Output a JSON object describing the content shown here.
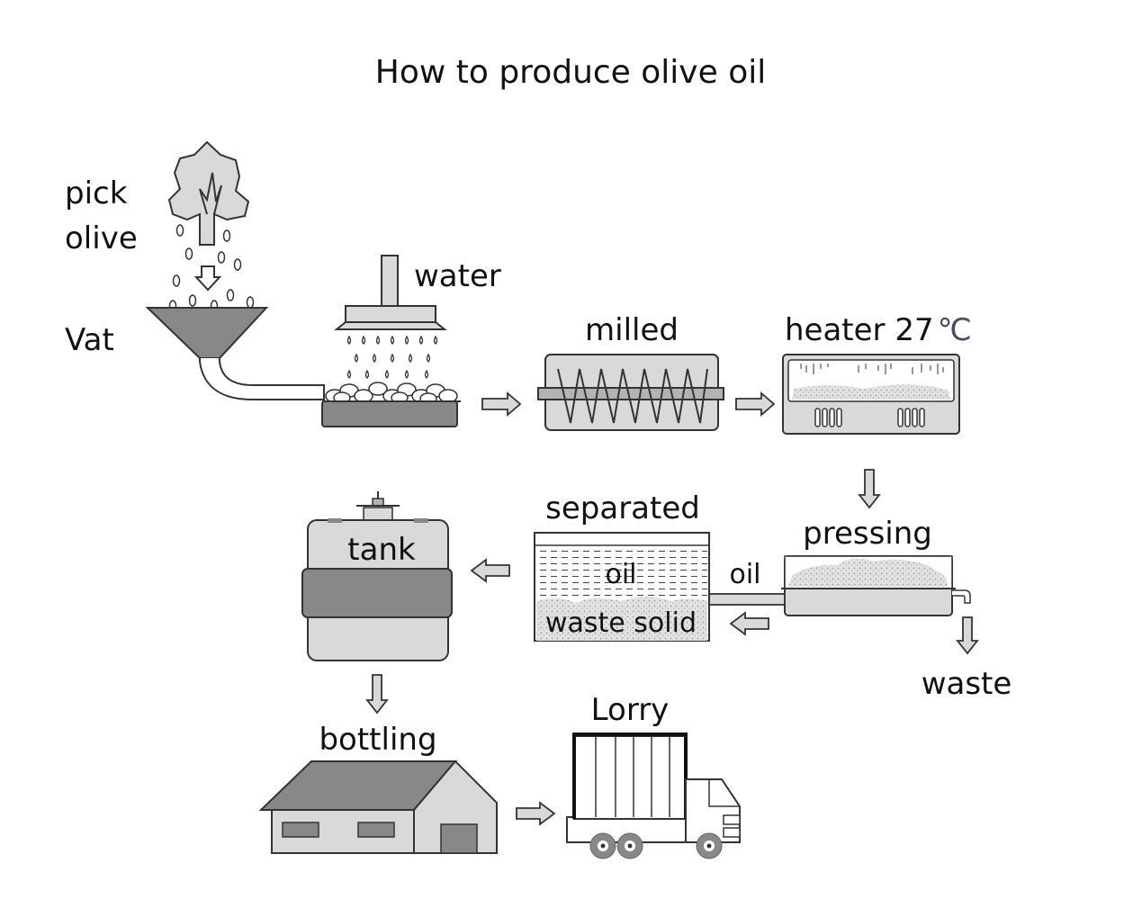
{
  "title": "How to produce olive oil",
  "labels": {
    "pick": "pick",
    "olive": "olive",
    "vat": "Vat",
    "water": "water",
    "milled": "milled",
    "heater": "heater 27",
    "degree": "℃",
    "pressing": "pressing",
    "waste": "waste",
    "oil_pipe": "oil",
    "separated": "separated",
    "sep_oil": "oil",
    "waste_solid": "waste solid",
    "tank": "tank",
    "bottling": "bottling",
    "lorry": "Lorry"
  },
  "colors": {
    "stroke": "#333333",
    "light_fill": "#d9d9d9",
    "mid_fill": "#b3b3b3",
    "dark_fill": "#888888",
    "degree_color": "#4a4a66"
  }
}
